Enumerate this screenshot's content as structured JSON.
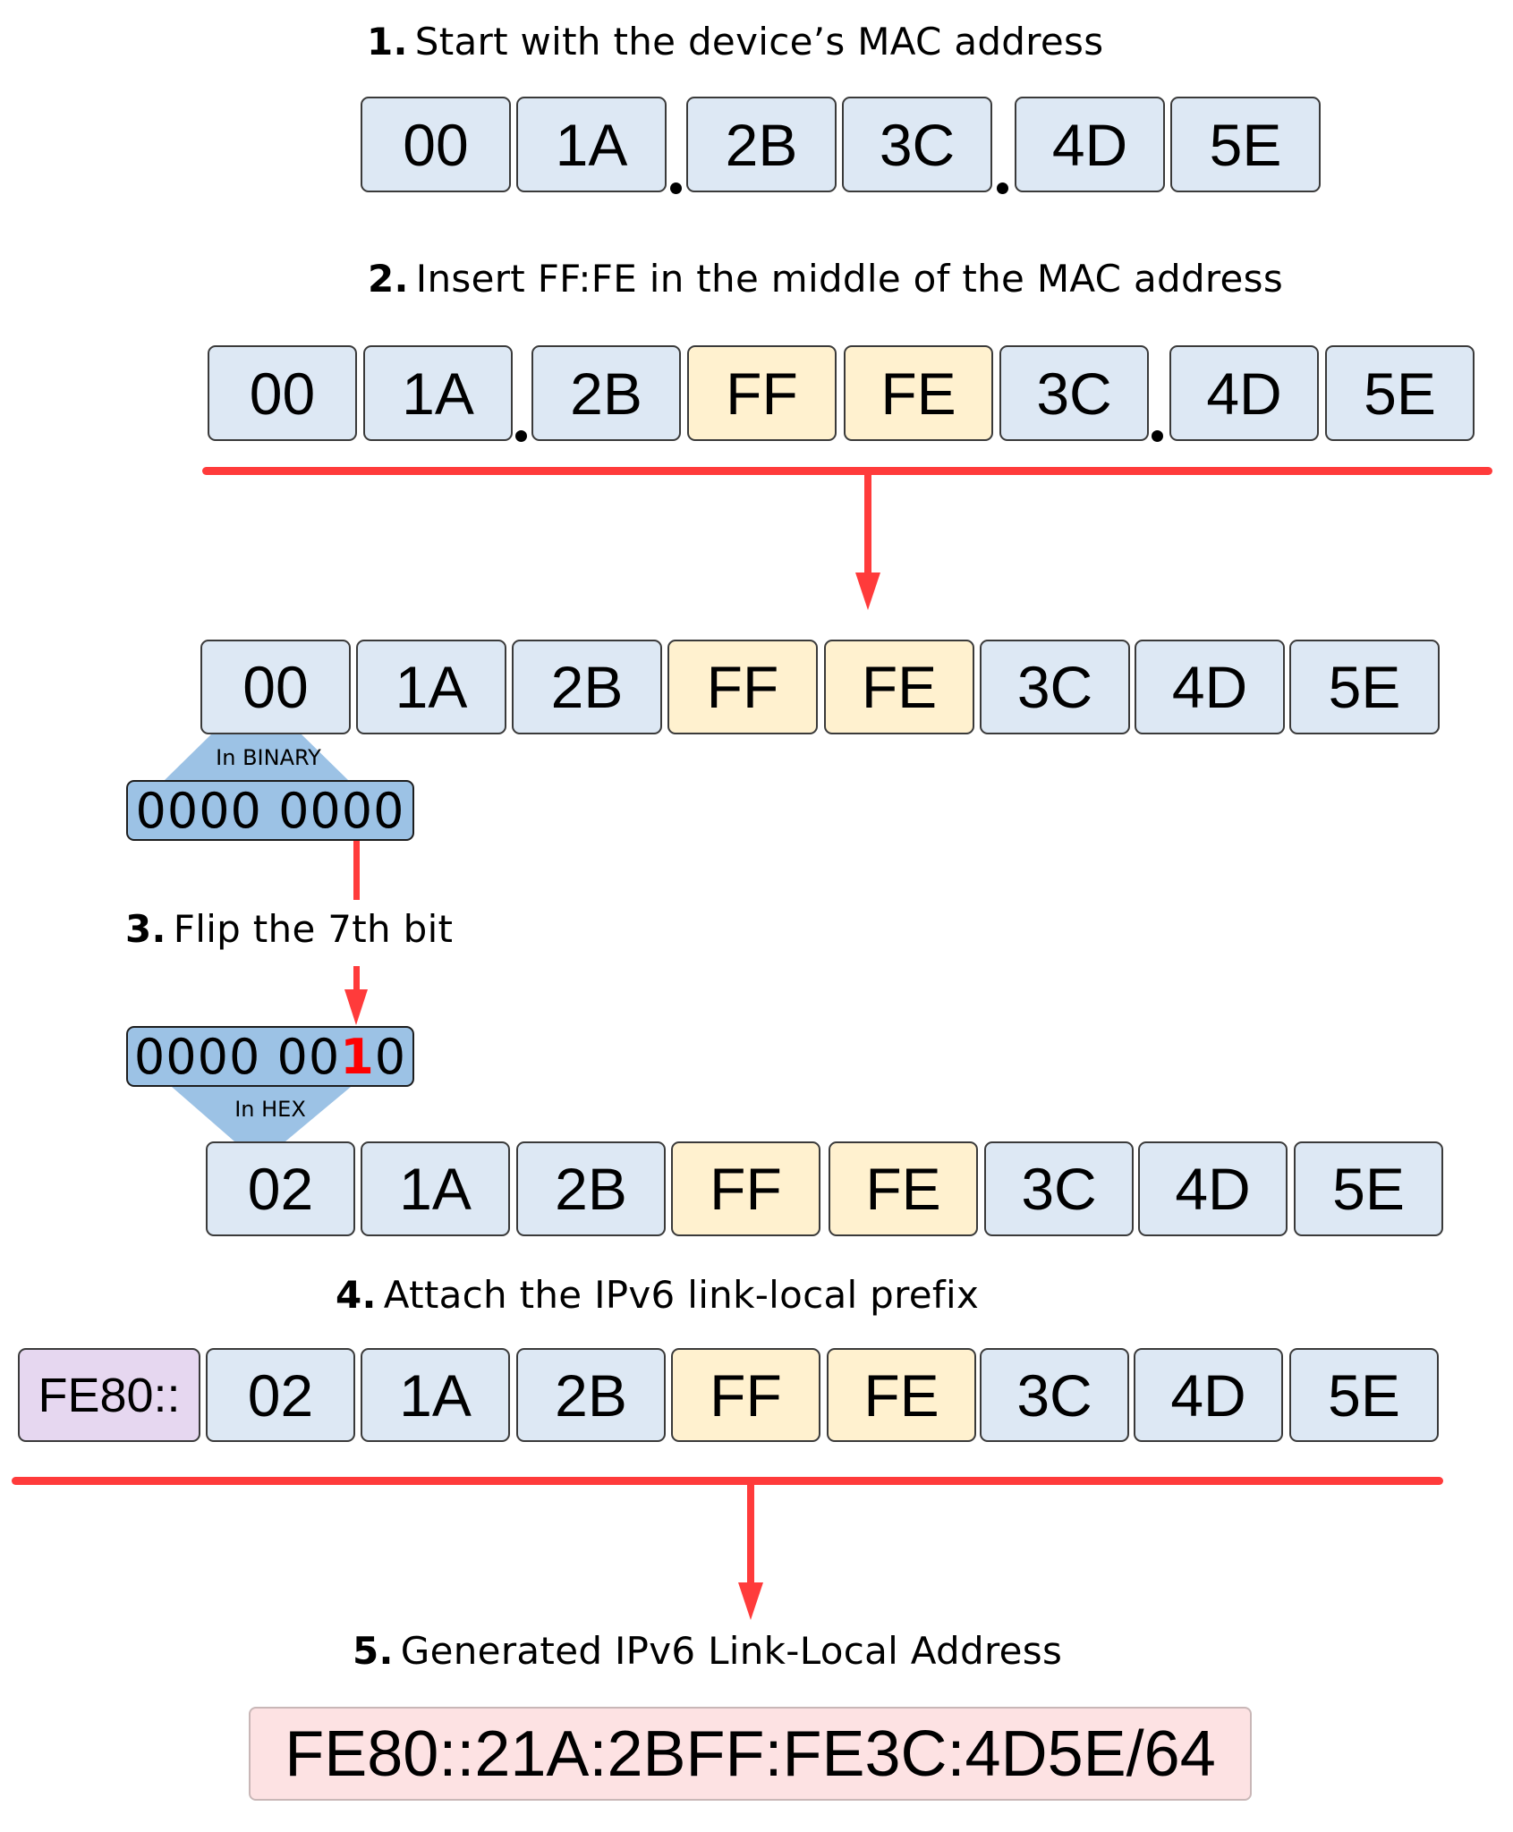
{
  "steps": {
    "step1": {
      "number": "1.",
      "text": "Start with the device’s MAC address"
    },
    "step2": {
      "number": "2.",
      "text": "Insert FF:FE in the middle of the MAC address"
    },
    "step3": {
      "number": "3.",
      "text": "Flip the 7th bit"
    },
    "step4": {
      "number": "4.",
      "text": "Attach the IPv6 link-local prefix"
    },
    "step5": {
      "number": "5.",
      "text": "Generated IPv6 Link-Local Address"
    }
  },
  "mac_original": [
    "00",
    "1A",
    "2B",
    "3C",
    "4D",
    "5E"
  ],
  "mac_inserted": [
    "00",
    "1A",
    "2B",
    "FF",
    "FE",
    "3C",
    "4D",
    "5E"
  ],
  "mac_eui64": [
    "00",
    "1A",
    "2B",
    "FF",
    "FE",
    "3C",
    "4D",
    "5E"
  ],
  "binary": {
    "label": "In BINARY",
    "value": "0000 0000"
  },
  "flipped": {
    "prefix": "0000 00",
    "flipped_bit": "1",
    "suffix": "0",
    "label": "In HEX"
  },
  "mac_modified": [
    "02",
    "1A",
    "2B",
    "FF",
    "FE",
    "3C",
    "4D",
    "5E"
  ],
  "prefix": "FE80::",
  "mac_with_prefix": [
    "02",
    "1A",
    "2B",
    "FF",
    "FE",
    "3C",
    "4D",
    "5E"
  ],
  "result": "FE80::21A:2BFF:FE3C:4D5E/64",
  "colors": {
    "mac_byte": "#dde8f4",
    "inserted_byte": "#fff1cf",
    "prefix": "#e6d7f0",
    "binary": "#9cc2e5",
    "result": "#fde2e3",
    "arrow": "#ff3b3b",
    "flipped_bit": "#ff0000"
  }
}
